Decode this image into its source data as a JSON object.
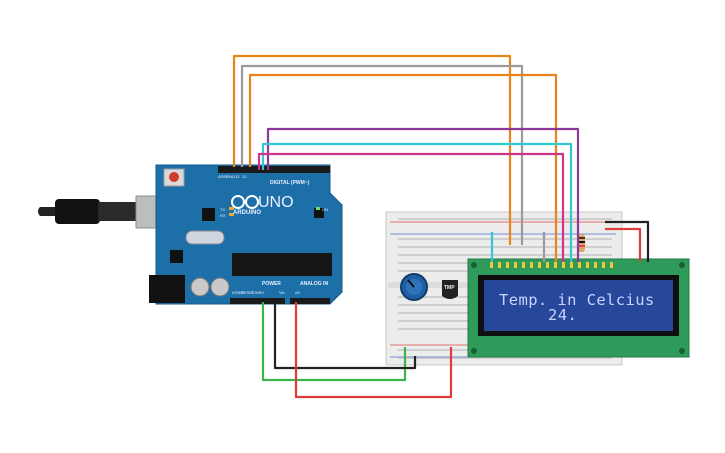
{
  "board": {
    "model": "UNO",
    "brand": "ARDUINO",
    "digital_label": "DIGITAL (PWM~)",
    "power_label": "POWER",
    "analog_label": "ANALOG IN",
    "on_label": "ON",
    "tx_label": "TX",
    "rx_label": "RX",
    "aref_label": "AREF",
    "gnd_label": "GND",
    "pin13_label": "13",
    "pin12_label": "12",
    "ioref_label": "IOREF",
    "reset_label": "RESET",
    "v33_label": "3.3V",
    "v5_label": "5V",
    "vin_label": "Vin",
    "a0_label": "A0"
  },
  "sensor": {
    "label": "TMP"
  },
  "lcd": {
    "line1": "Temp. in Celcius",
    "line2": "24."
  },
  "colors": {
    "board": "#1d6fa8",
    "breadboard": "#e9e9e9",
    "lcd_pcb": "#2f9b5a",
    "lcd_screen": "#27479a",
    "wire_orange": "#e8841c",
    "wire_gray": "#9a9a9a",
    "wire_purple": "#8c3a9a",
    "wire_cyan": "#35c6d4",
    "wire_magenta": "#d0338e",
    "wire_green": "#3bb54a",
    "wire_red": "#e23b3b",
    "wire_black": "#222222"
  },
  "icons": [
    "usb-cable-icon",
    "potentiometer-icon",
    "temperature-sensor-icon",
    "resistor-icon"
  ]
}
